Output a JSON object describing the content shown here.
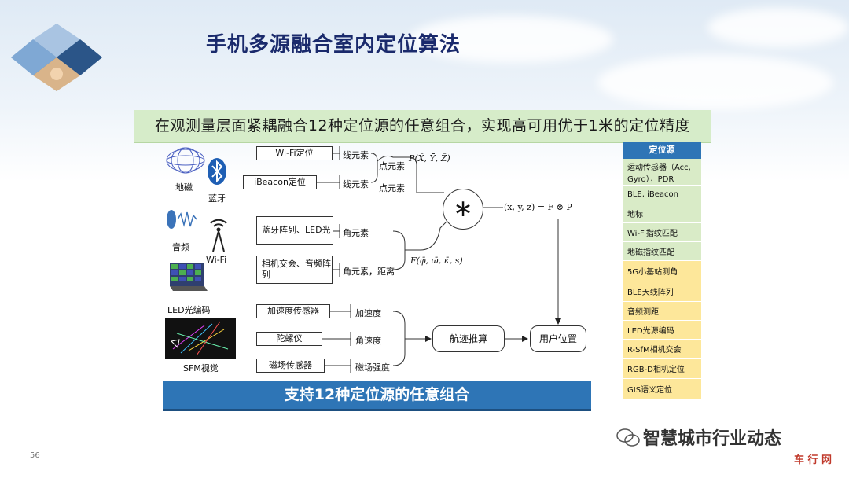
{
  "title": "手机多源融合室内定位算法",
  "banner": "在观测量层面紧耦融合12种定位源的任意组合，实现高可用优于1米的定位精度",
  "sources": {
    "geomag": "地磁",
    "bluetooth": "蓝牙",
    "audio": "音频",
    "wifi": "Wi-Fi",
    "led": "LED光编码",
    "sfm": "SFM视觉"
  },
  "boxes": {
    "wifi_locate": "Wi-Fi定位",
    "ibeacon_locate": "iBeacon定位",
    "bt_array": "蓝牙阵列、LED光",
    "camera_audio": "相机交会、音频阵列",
    "accelerometer": "加速度传感器",
    "gyro": "陀螺仪",
    "magnetometer": "磁场传感器",
    "dead_reckoning": "航迹推算",
    "user_position": "用户位置",
    "fusion": "∗"
  },
  "labels": {
    "line1": "线元素",
    "line2": "线元素",
    "point1": "点元素",
    "point2": "点元素",
    "angle1": "角元素",
    "angle_dist": "角元素，距离",
    "accel": "加速度",
    "angvel": "角速度",
    "magfield": "磁场强度",
    "p_formula": "P(X̄, Ȳ, Z̄)",
    "f_formula": "F(φ̄, ω̄, κ̄, s)",
    "result_formula": "(x, y, z) = F ⊗ P"
  },
  "bottom_bar": "支持12种定位源的任意组合",
  "side_panel": {
    "header": "定位源",
    "items": [
      {
        "label": "运动传感器（Acc, Gyro），PDR",
        "color": "green"
      },
      {
        "label": "BLE, iBeacon",
        "color": "green"
      },
      {
        "label": "地标",
        "color": "green"
      },
      {
        "label": "Wi-Fi指纹匹配",
        "color": "green"
      },
      {
        "label": "地磁指纹匹配",
        "color": "green"
      },
      {
        "label": "5G小基站测角",
        "color": "yellow"
      },
      {
        "label": "BLE天线阵列",
        "color": "yellow"
      },
      {
        "label": "音频测距",
        "color": "yellow"
      },
      {
        "label": "LED光源编码",
        "color": "yellow"
      },
      {
        "label": "R-SfM相机交会",
        "color": "yellow"
      },
      {
        "label": "RGB-D相机定位",
        "color": "yellow"
      },
      {
        "label": "GIS语义定位",
        "color": "yellow"
      }
    ]
  },
  "page_number": "56",
  "watermark": "智慧城市行业动态",
  "watermark_sub": "车 行 网",
  "colors": {
    "accent": "#2e75b6",
    "title": "#1a2a6c",
    "green": "#d9ebc7",
    "yellow": "#fde79a"
  }
}
